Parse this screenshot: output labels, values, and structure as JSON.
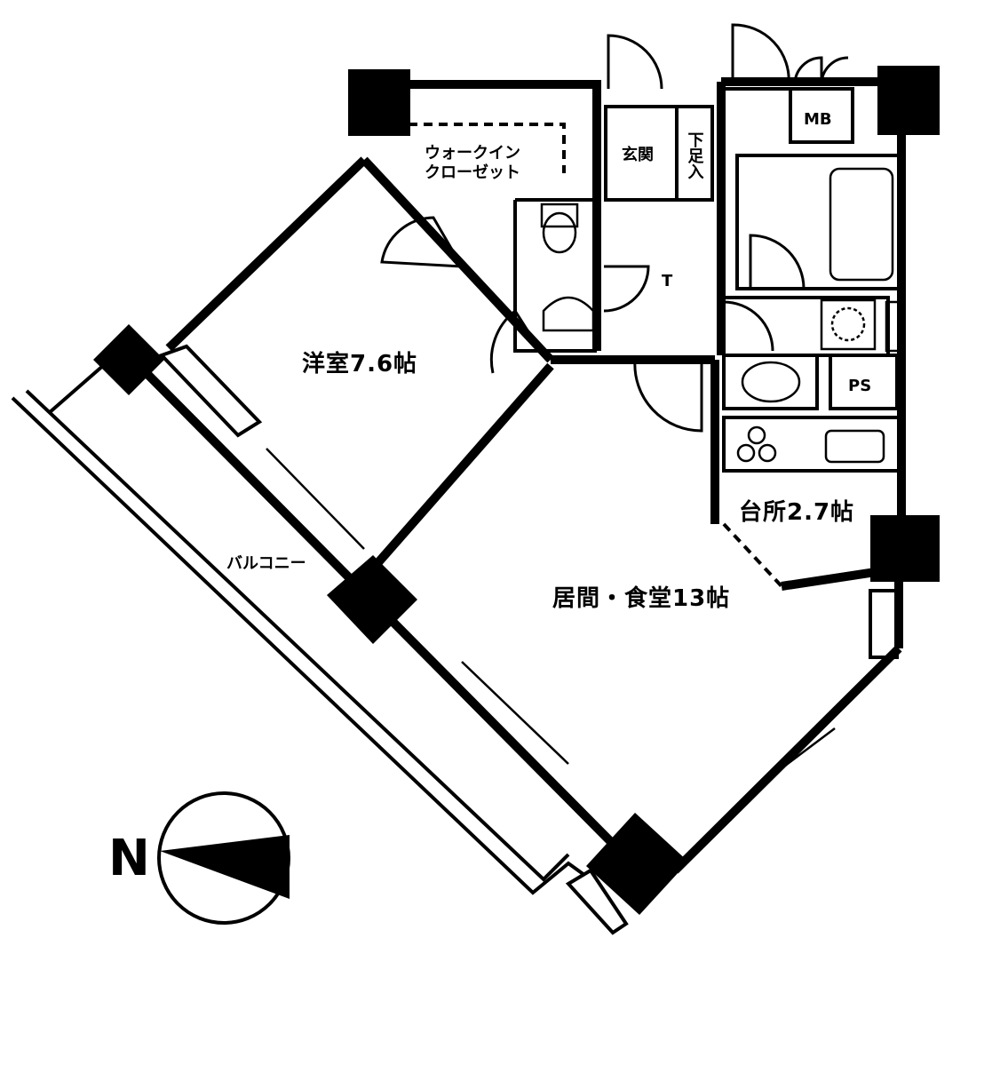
{
  "title": "",
  "rooms": {
    "western_room": "洋室7.6帖",
    "living_dining": "居間・食堂13帖",
    "kitchen": "台所2.7帖",
    "balcony": "バルコニー",
    "walk_in_closet_line1": "ウォークイン",
    "walk_in_closet_line2": "クローゼット",
    "entrance": "玄関",
    "shoe_box": "下足入",
    "toilet": "T",
    "meter_box": "MB",
    "pipe_space": "PS"
  },
  "compass": {
    "label": "N"
  }
}
